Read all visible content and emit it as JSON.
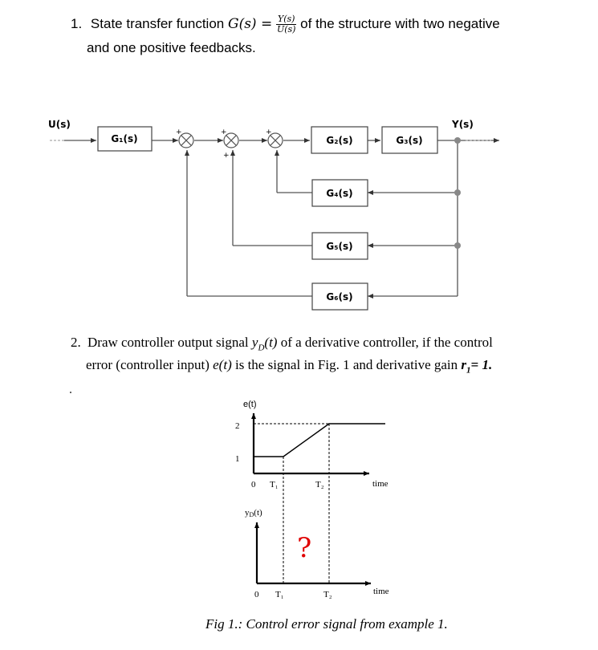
{
  "question1": {
    "number": "1.",
    "text_before": "State transfer function",
    "formula_lhs": "G(s) =",
    "frac_num": "Y(s)",
    "frac_den": "U(s)",
    "text_after": "of the structure with two negative",
    "line2": "and one positive feedbacks."
  },
  "diagram": {
    "input_label": "U(s)",
    "output_label": "Y(s)",
    "blocks": [
      "G₁(s)",
      "G₂(s)",
      "G₃(s)",
      "G₄(s)",
      "G₅(s)",
      "G₆(s)"
    ],
    "signs": {
      "s1_top": "+",
      "s2_top": "+",
      "s2_bottom": "+",
      "s3_top": "+"
    }
  },
  "question2": {
    "number": "2.",
    "line1_a": "Draw controller output signal ",
    "line1_signal": "y",
    "line1_sub": "D",
    "line1_t": "(t)",
    "line1_b": " of a derivative controller, if the control",
    "line2_a": "error (controller input) ",
    "line2_et": "e(t)",
    "line2_b": " is the signal in Fig. 1 and derivative gain ",
    "line2_r": "r",
    "line2_rsub": "1",
    "line2_c": "= 1."
  },
  "figure": {
    "e_label": "e(t)",
    "y_label_main": "y",
    "y_label_sub": "D",
    "y_label_t": "(t)",
    "tick_2": "2",
    "tick_1": "1",
    "zero": "0",
    "t1": "T₁",
    "t2": "T₂",
    "time": "time",
    "question_mark": "?",
    "caption": "Fig 1.: Control error signal from example 1."
  }
}
